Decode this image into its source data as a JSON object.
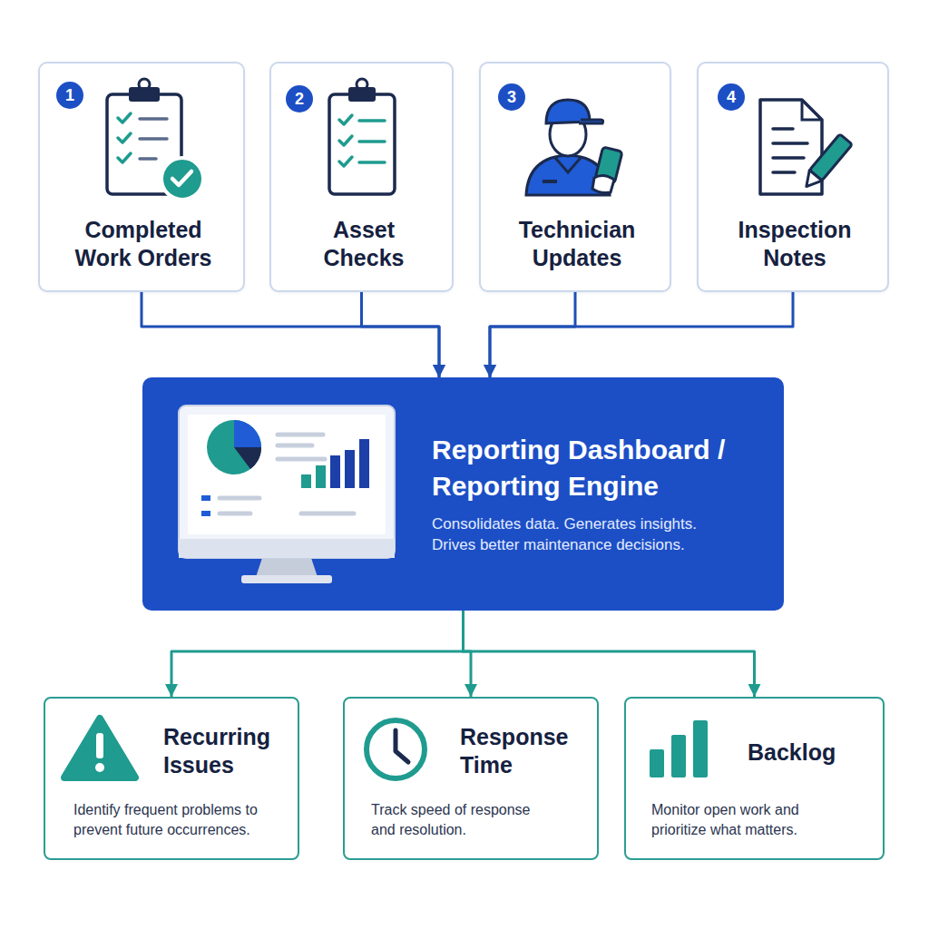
{
  "diagram": {
    "nodes": [
      {
        "text": [
          "Completed Work Orders"
        ]
      },
      {
        "text": [
          "1"
        ],
        "in": 0
      },
      {
        "text": [
          "Asset Checks"
        ]
      },
      {
        "text": [
          "2"
        ],
        "in": 2
      },
      {
        "text": [
          "Technician Updates"
        ]
      },
      {
        "text": [
          "3"
        ],
        "in": 4
      },
      {
        "text": [
          "Inspection Notes"
        ]
      },
      {
        "text": [
          "4"
        ],
        "in": 6
      },
      {
        "text": [
          "Reporting Dashboard / Reporting Engine",
          "Consolidates data. Generates insights. Drives better maintenance decisions."
        ]
      },
      {
        "text": [
          "Recurring Issues",
          "Identify frequent problems to prevent future occurrences."
        ]
      },
      {
        "text": [
          "Response Time",
          "Track speed of response and resolution."
        ]
      },
      {
        "text": [
          "Backlog",
          "Monitor open work and prioritize what matters."
        ]
      }
    ],
    "edges": [
      {
        "from": 0,
        "to": 8,
        "arrow": "to"
      },
      {
        "from": 2,
        "to": 8,
        "arrow": "to"
      },
      {
        "from": 4,
        "to": 8,
        "arrow": "to"
      },
      {
        "from": 6,
        "to": 8,
        "arrow": "to"
      },
      {
        "from": 8,
        "to": 9,
        "arrow": "to"
      },
      {
        "from": 8,
        "to": 10,
        "arrow": "to"
      },
      {
        "from": 8,
        "to": 11,
        "arrow": "to"
      }
    ]
  }
}
